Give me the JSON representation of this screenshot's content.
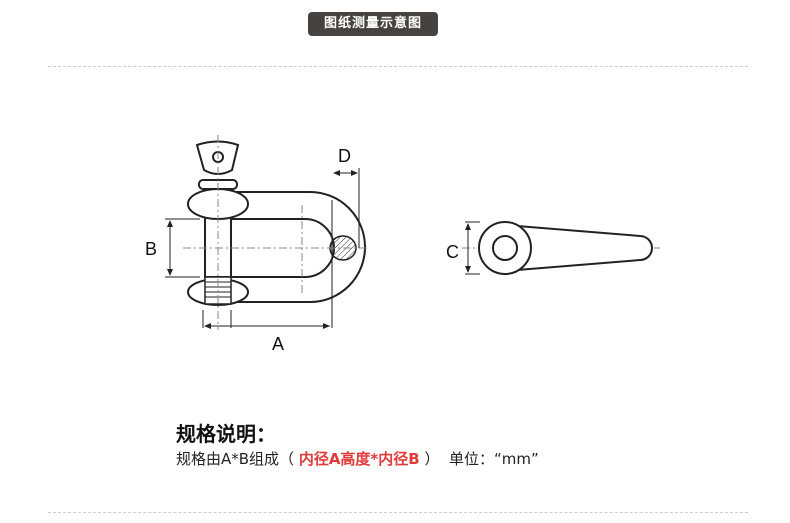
{
  "header": {
    "title": "图纸测量示意图"
  },
  "diagram": {
    "labels": {
      "a": "A",
      "b": "B",
      "c": "C",
      "d": "D"
    }
  },
  "spec": {
    "title": "规格说明：",
    "prefix": "规格由A*B组成（ ",
    "highlight": "内径A高度*内径B",
    "suffix": " ）  单位：“mm”",
    "highlight_color": "#e03a3a"
  }
}
